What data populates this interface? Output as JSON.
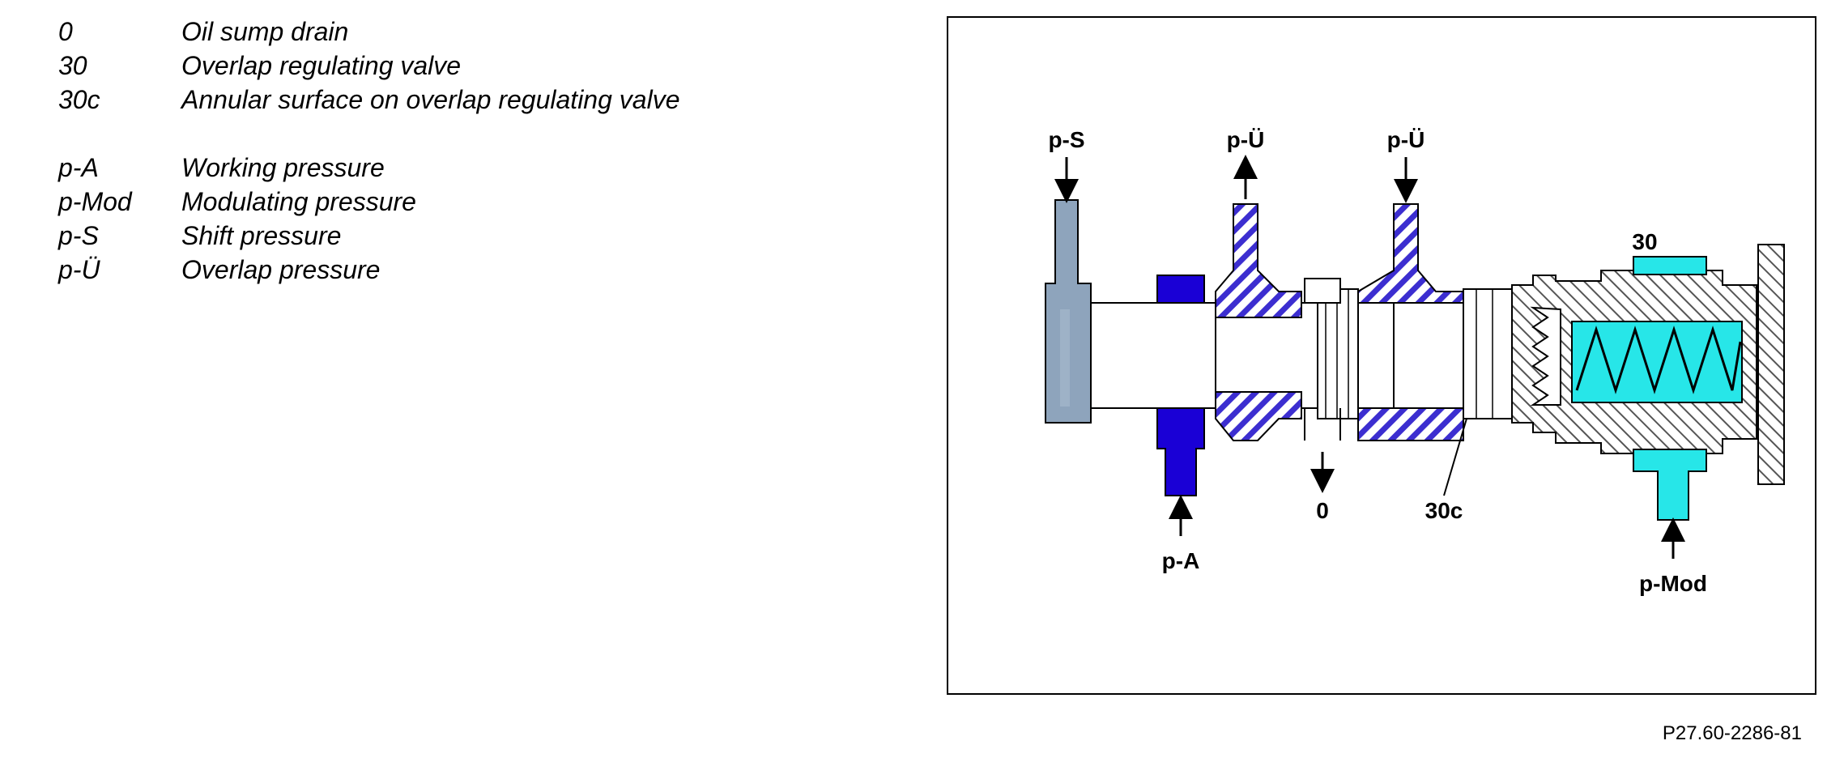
{
  "legend": {
    "group1": [
      {
        "key": "0",
        "desc": "Oil sump drain"
      },
      {
        "key": "30",
        "desc": "Overlap regulating valve"
      },
      {
        "key": "30c",
        "desc": "Annular surface on overlap regulating valve"
      }
    ],
    "group2": [
      {
        "key": "p-A",
        "desc": "Working pressure"
      },
      {
        "key": "p-Mod",
        "desc": "Modulating pressure"
      },
      {
        "key": "p-S",
        "desc": "Shift pressure"
      },
      {
        "key": "p-Ü",
        "desc": "Overlap pressure"
      }
    ]
  },
  "diagram": {
    "labels": {
      "pS": "p-S",
      "pU1": "p-Ü",
      "pU2": "p-Ü",
      "num30": "30",
      "pA": "p-A",
      "zero": "0",
      "num30c": "30c",
      "pMod": "p-Mod"
    },
    "colors": {
      "shift_pressure": "#8ea4bc",
      "working_pressure": "#1a00d6",
      "overlap_hatch": "#3c2ed0",
      "modulating_pressure": "#27e6e8",
      "housing_hatch": "#555555"
    }
  },
  "reference": "P27.60-2286-81"
}
